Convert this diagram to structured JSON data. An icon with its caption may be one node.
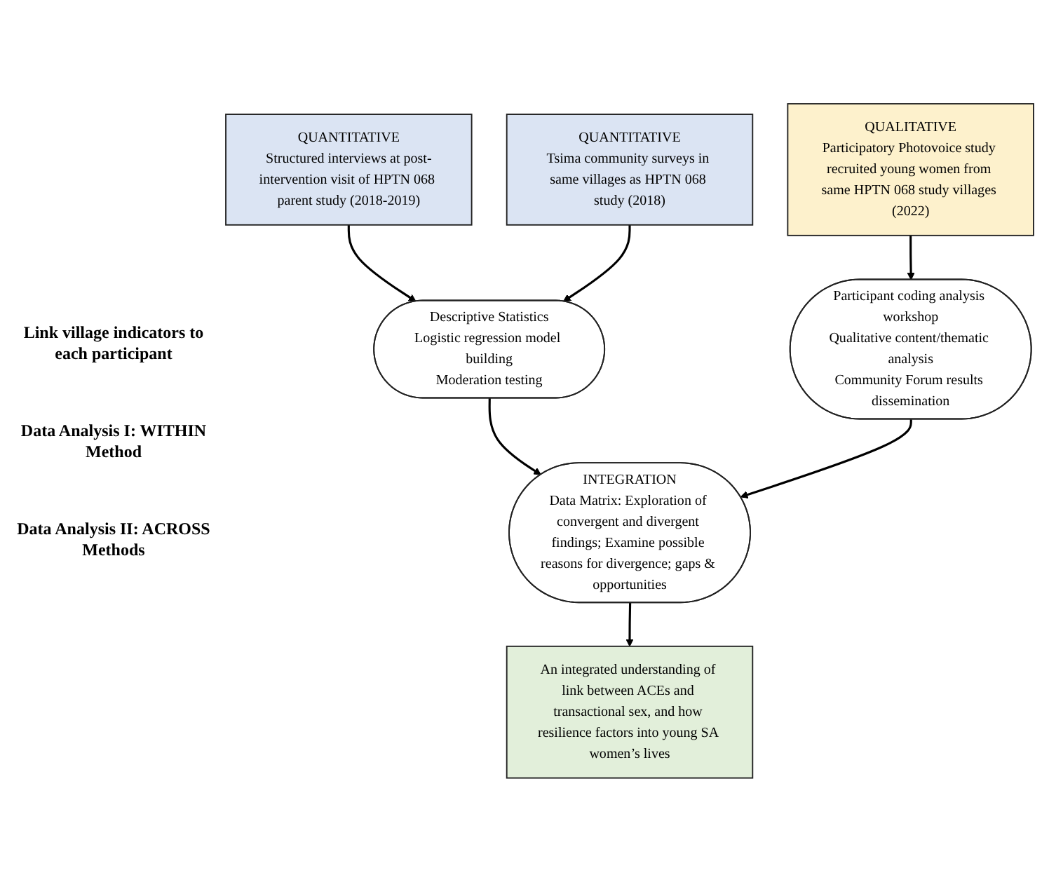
{
  "diagram": {
    "nodes": [
      {
        "text": [
          "QUANTITATIVE",
          "Structured interviews at post-intervention visit of HPTN 068 parent study (2018-2019)"
        ]
      },
      {
        "text": [
          "QUANTITATIVE",
          "Tsima community surveys in same villages as HPTN 068 study (2018)"
        ]
      },
      {
        "text": [
          "QUALITATIVE",
          "Participatory Photovoice study recruited young women from same HPTN 068 study villages (2022)"
        ]
      },
      {
        "text": [
          "Descriptive Statistics",
          "Logistic regression model building",
          "Moderation testing"
        ]
      },
      {
        "text": [
          "Participant coding analysis workshop",
          "Qualitative content/thematic analysis",
          "Community Forum results dissemination"
        ]
      },
      {
        "text": [
          "INTEGRATION",
          "Data Matrix: Exploration of convergent and divergent findings; Examine possible reasons for divergence; gaps & opportunities"
        ]
      },
      {
        "text": [
          "An integrated understanding of link between ACEs and transactional sex, and how resilience factors into young SA women’s lives"
        ]
      }
    ],
    "edges": [
      {
        "from": 0,
        "to": 3,
        "arrow": "to"
      },
      {
        "from": 1,
        "to": 3,
        "arrow": "to"
      },
      {
        "from": 2,
        "to": 4,
        "arrow": "to"
      },
      {
        "from": 3,
        "to": 5,
        "arrow": "to"
      },
      {
        "from": 4,
        "to": 5,
        "arrow": "to"
      },
      {
        "from": 5,
        "to": 6,
        "arrow": "to"
      }
    ],
    "labels": [
      "Link village indicators to each participant",
      "Data Analysis I: WITHIN Method",
      "Data Analysis II: ACROSS Methods"
    ]
  }
}
